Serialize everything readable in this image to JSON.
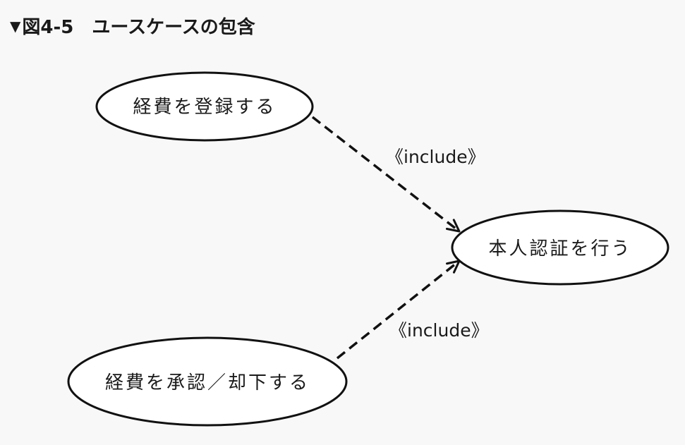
{
  "figure": {
    "marker": "▼",
    "number": "図4-5",
    "title": "ユースケースの包含"
  },
  "use_cases": {
    "register_expense": "経費を登録する",
    "authenticate": "本人認証を行う",
    "approve_reject": "経費を承認／却下する"
  },
  "relations": {
    "include_1": "《include》",
    "include_2": "《include》"
  },
  "colors": {
    "stroke": "#111111",
    "background": "#f8f8f8"
  }
}
